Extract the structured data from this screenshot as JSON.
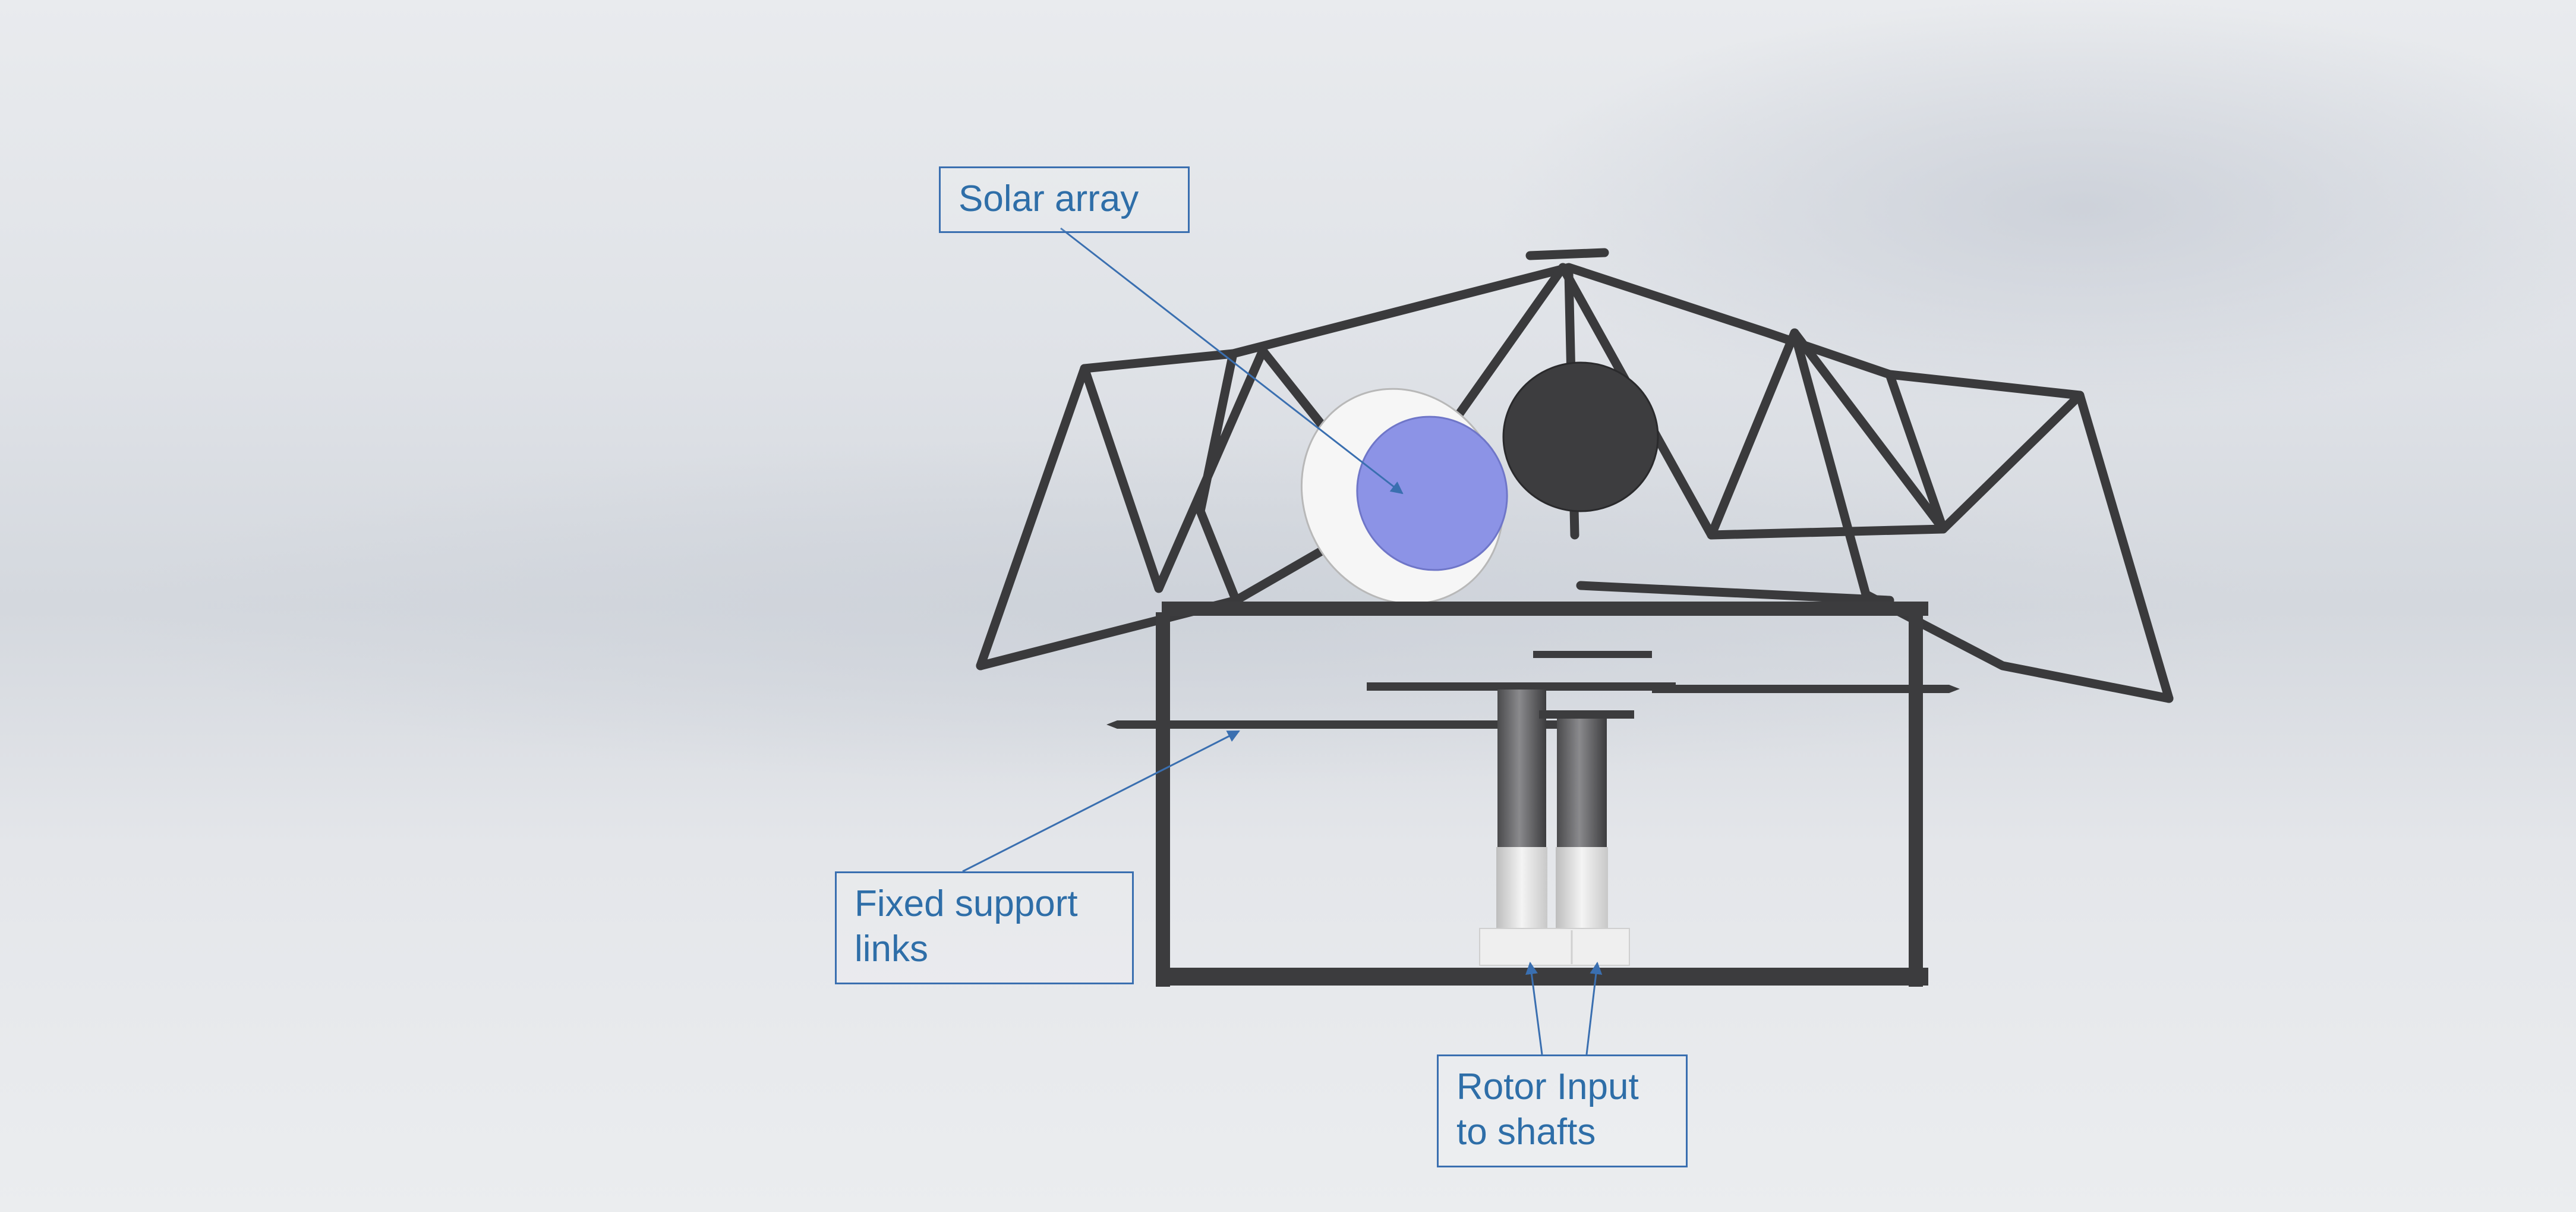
{
  "callouts": {
    "solar_array": "Solar array",
    "fixed_support": "Fixed support\nlinks",
    "rotor_input": "Rotor Input\nto shafts"
  },
  "colors": {
    "annotation_blue": "#3a6fb0",
    "text_blue": "#2e6ea8",
    "frame_dark": "#3a3a3c",
    "solar_cell": "#8c93e6",
    "background": "#e4e6ea"
  }
}
